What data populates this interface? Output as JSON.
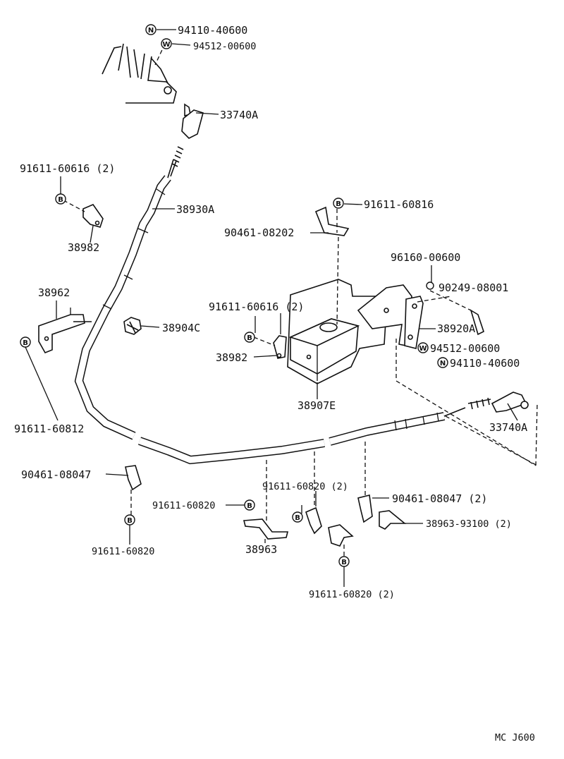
{
  "parts": {
    "p_94110_top": "94110-40600",
    "p_94512_top": "94512-00600",
    "p_33740a_top": "33740A",
    "p_91611_60616_left": "91611-60616 (2)",
    "p_38930a": "38930A",
    "p_38982_left": "38982",
    "p_91611_60816": "91611-60816",
    "p_90461_08202": "90461-08202",
    "p_96160": "96160-00600",
    "p_38962": "38962",
    "p_90249": "90249-08001",
    "p_91611_60616_mid": "91611-60616 (2)",
    "p_38904c": "38904C",
    "p_38920a": "38920A",
    "p_94512_right": "94512-00600",
    "p_38982_mid": "38982",
    "p_94110_right": "94110-40600",
    "p_38907e": "38907E",
    "p_91611_60812": "91611-60812",
    "p_33740a_right": "33740A",
    "p_90461_08047_left": "90461-08047",
    "p_91611_60820_2a": "91611-60820 (2)",
    "p_91611_60820_mid": "91611-60820",
    "p_90461_08047_right": "90461-08047 (2)",
    "p_38963_93100": "38963-93100 (2)",
    "p_38963": "38963",
    "p_91611_60820_low": "91611-60820",
    "p_91611_60820_2b": "91611-60820 (2)"
  },
  "symbols": {
    "nut": "N",
    "washer": "W",
    "bolt": "B"
  },
  "footer": {
    "code": "MC J600"
  }
}
